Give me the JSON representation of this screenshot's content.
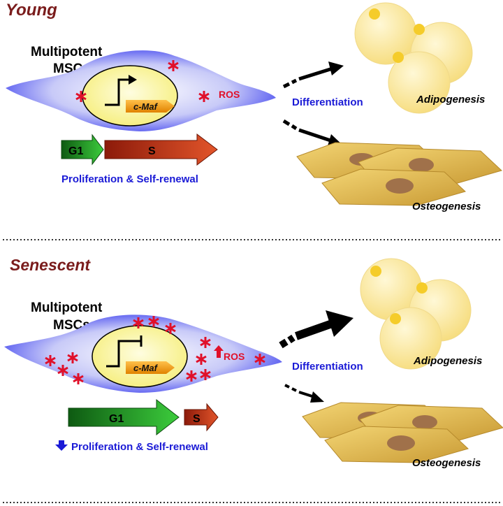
{
  "colors": {
    "heading": "#7a1c1c",
    "blue_text": "#1a1ad6",
    "red_text": "#e0102a",
    "cell_blue": "#3a3cf0",
    "nucleus": "#fbf7a0",
    "gene_orange": "#f59a10",
    "g1_green": "#1f7a1f",
    "s_red": "#b5260a",
    "adipocyte": "#fbe79a",
    "osteo_cell": "#dcb24a",
    "osteo_nucleus": "#a0714a"
  },
  "icons": {
    "ros_marker": "red-asterisk",
    "arrow_up": "red-up-arrow",
    "arrow_down": "blue-down-arrow",
    "promoter": "promoter-arrow",
    "repressor": "promoter-bar"
  },
  "young": {
    "heading": "Young",
    "cell_label_1": "Multipotent",
    "cell_label_2": "MSCs",
    "gene": "c-Maf",
    "ros": "ROS",
    "differentiation": "Differentiation",
    "adipogenesis": "Adipogenesis",
    "osteogenesis": "Osteogenesis",
    "g1": "G1",
    "s": "S",
    "proliferation": "Proliferation & Self-renewal"
  },
  "senescent": {
    "heading": "Senescent",
    "cell_label_1": "Multipotent",
    "cell_label_2": "MSCs",
    "gene": "c-Maf",
    "ros": "ROS",
    "differentiation": "Differentiation",
    "adipogenesis": "Adipogenesis",
    "osteogenesis": "Osteogenesis",
    "g1": "G1",
    "s": "S",
    "proliferation": "Proliferation & Self-renewal"
  }
}
